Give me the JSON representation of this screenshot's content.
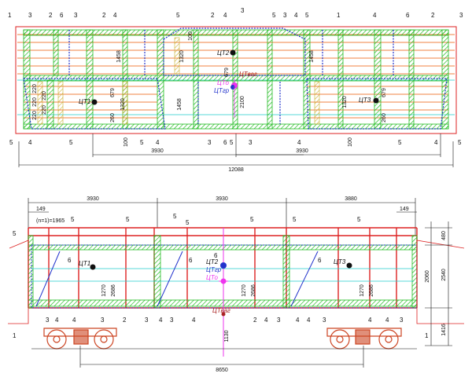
{
  "colors": {
    "green": "#22bb22",
    "red": "#dd2222",
    "orange": "#f08040",
    "blue": "#2233cc",
    "cyan": "#22cccc",
    "magenta": "#ee33ee",
    "dark_red": "#aa2222",
    "black": "#111111",
    "wheel": "#cc4422"
  },
  "top_view": {
    "dims": {
      "total_length": "12088",
      "span_left": "3930",
      "span_right": "3930",
      "left_bay_height": "1458",
      "center_top_height": "1320",
      "center_top_small": "100",
      "center_left_height": "1458",
      "center_mid_height": "2100",
      "center_right_top_height": "1458",
      "right_bay_height": "1320",
      "left_lower_height": "1320",
      "left_lower_small": "260",
      "left_lower_base": "100",
      "right_lower_small": "260",
      "right_lower_base": "100",
      "left_offset": "679",
      "center_offset": "679",
      "right_offset": "679",
      "small_a": "220",
      "small_b": "220",
      "small_c": "220",
      "small_d": "220",
      "small_e": "220"
    },
    "cg_labels": {
      "ct1": "ЦТ1",
      "ct2": "ЦТ2",
      "ct3": "ЦТ3",
      "cto": "ЦТо",
      "ctgr": "ЦТгр",
      "ctvag": "ЦТваг"
    },
    "callouts_top": [
      "1",
      "3",
      "2",
      "6",
      "3",
      "2",
      "4",
      "5",
      "2",
      "4",
      "3",
      "5",
      "3",
      "4",
      "5",
      "1",
      "4",
      "6",
      "2",
      "3"
    ],
    "callouts_bottom": [
      "5",
      "4",
      "5",
      "5",
      "4",
      "3",
      "6",
      "5",
      "3",
      "4",
      "5",
      "4",
      "5"
    ]
  },
  "side_view": {
    "dims": {
      "span_left": "3930",
      "span_center": "3930",
      "span_right": "3880",
      "end_left": "149",
      "end_right": "149",
      "pitch_label": "(n=1)=1965",
      "h_top": "480",
      "h_body": "2540",
      "h_side": "2060",
      "h_floor": "1416",
      "h_left_1": "1270",
      "h_left_2": "2686",
      "h_center_1": "1270",
      "h_center_2": "2686",
      "h_right_1": "1270",
      "h_right_2": "2686",
      "h_wagon": "1130",
      "bogie_base": "8650"
    },
    "cg_labels": {
      "ct1": "ЦТ1",
      "ct2": "ЦТ2",
      "ct3": "ЦТ3",
      "cto": "ЦТо",
      "ctgr": "ЦТгр",
      "ctvag": "ЦТваг"
    },
    "callouts_top": [
      "5",
      "5",
      "5",
      "5",
      "5",
      "5",
      "5",
      "5"
    ],
    "callouts_mid": [
      "6",
      "6",
      "6",
      "6"
    ],
    "callouts_bottom": [
      "1",
      "3",
      "4",
      "4",
      "3",
      "2",
      "3",
      "4",
      "3",
      "4",
      "2",
      "4",
      "3",
      "4",
      "4",
      "3",
      "4",
      "4",
      "3",
      "1"
    ]
  }
}
